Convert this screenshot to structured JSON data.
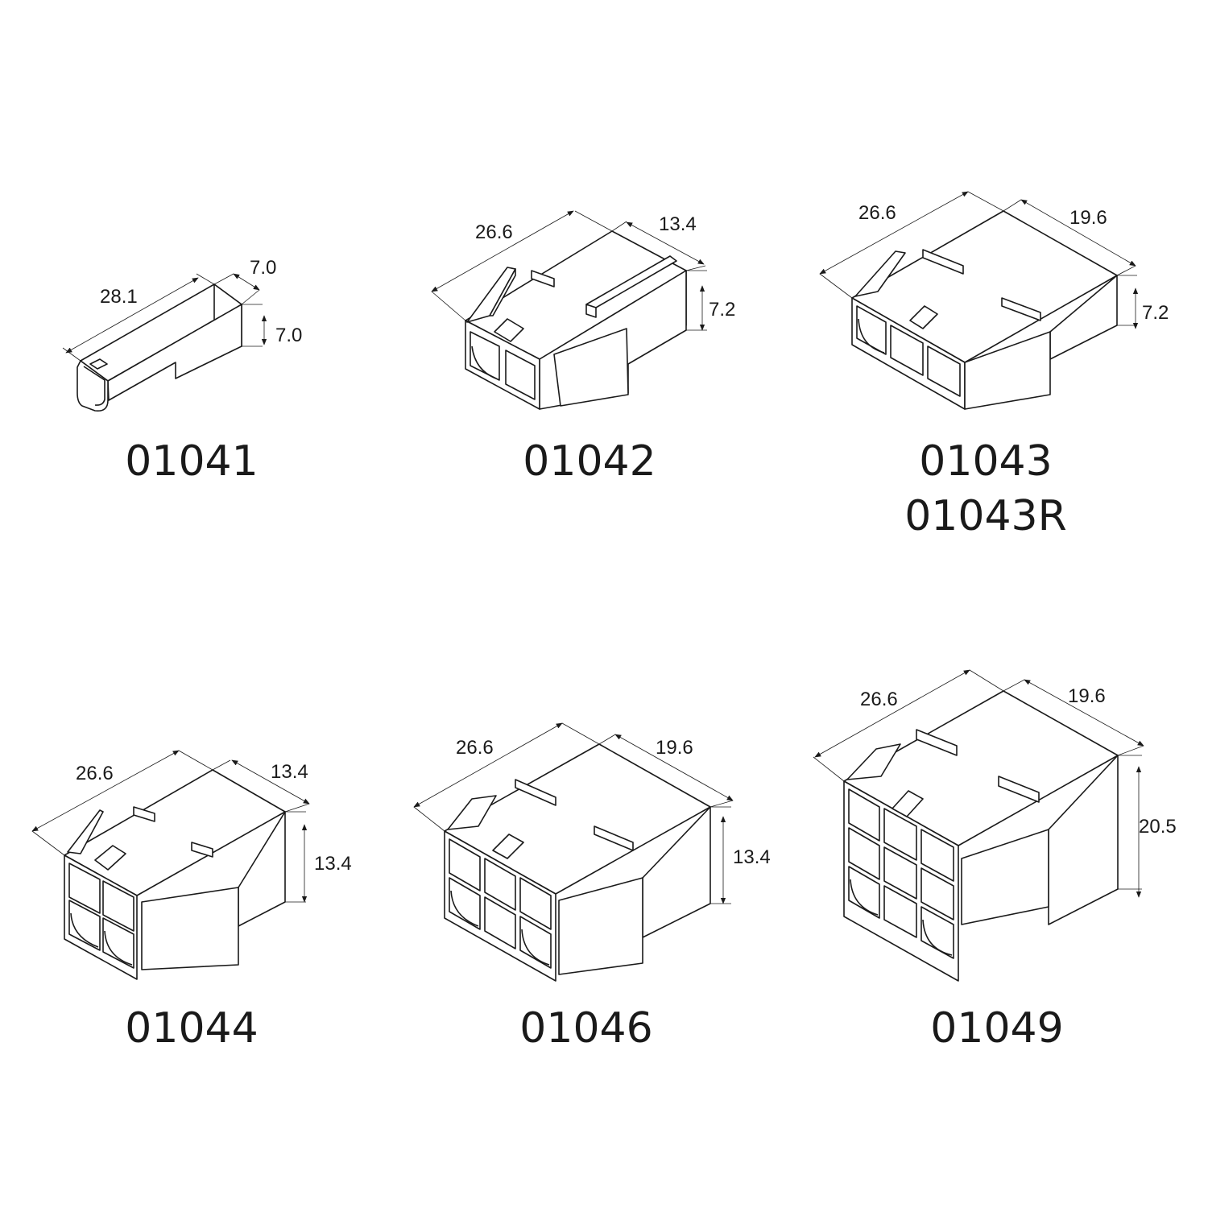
{
  "connectors": [
    {
      "part_numbers": [
        "01041"
      ],
      "dimensions": [
        "28.1",
        "7.0",
        "7.0"
      ]
    },
    {
      "part_numbers": [
        "01042"
      ],
      "dimensions": [
        "26.6",
        "13.4",
        "7.2"
      ]
    },
    {
      "part_numbers": [
        "01043",
        "01043R"
      ],
      "dimensions": [
        "26.6",
        "19.6",
        "7.2"
      ]
    },
    {
      "part_numbers": [
        "01044"
      ],
      "dimensions": [
        "26.6",
        "13.4",
        "13.4"
      ]
    },
    {
      "part_numbers": [
        "01046"
      ],
      "dimensions": [
        "26.6",
        "19.6",
        "13.4"
      ]
    },
    {
      "part_numbers": [
        "01049"
      ],
      "dimensions": [
        "26.6",
        "19.6",
        "20.5"
      ]
    }
  ]
}
